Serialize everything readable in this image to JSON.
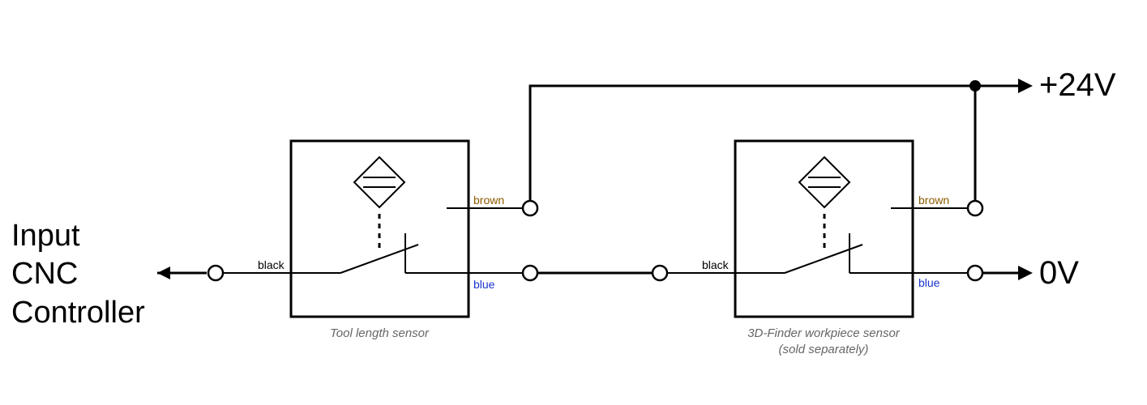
{
  "controller": {
    "line1": "Input",
    "line2": "CNC",
    "line3": "Controller"
  },
  "power": {
    "plus": "+24V",
    "zero": "0V"
  },
  "sensors": [
    {
      "caption_line1": "Tool length sensor",
      "caption_line2": "",
      "wires": {
        "brown": "brown",
        "blue": "blue",
        "black": "black"
      }
    },
    {
      "caption_line1": "3D-Finder workpiece sensor",
      "caption_line2": "(sold separately)",
      "wires": {
        "brown": "brown",
        "blue": "blue",
        "black": "black"
      }
    }
  ],
  "colors": {
    "brown": "#8B5A00",
    "blue": "#1a33cc",
    "black": "#000000",
    "caption": "#666666"
  }
}
